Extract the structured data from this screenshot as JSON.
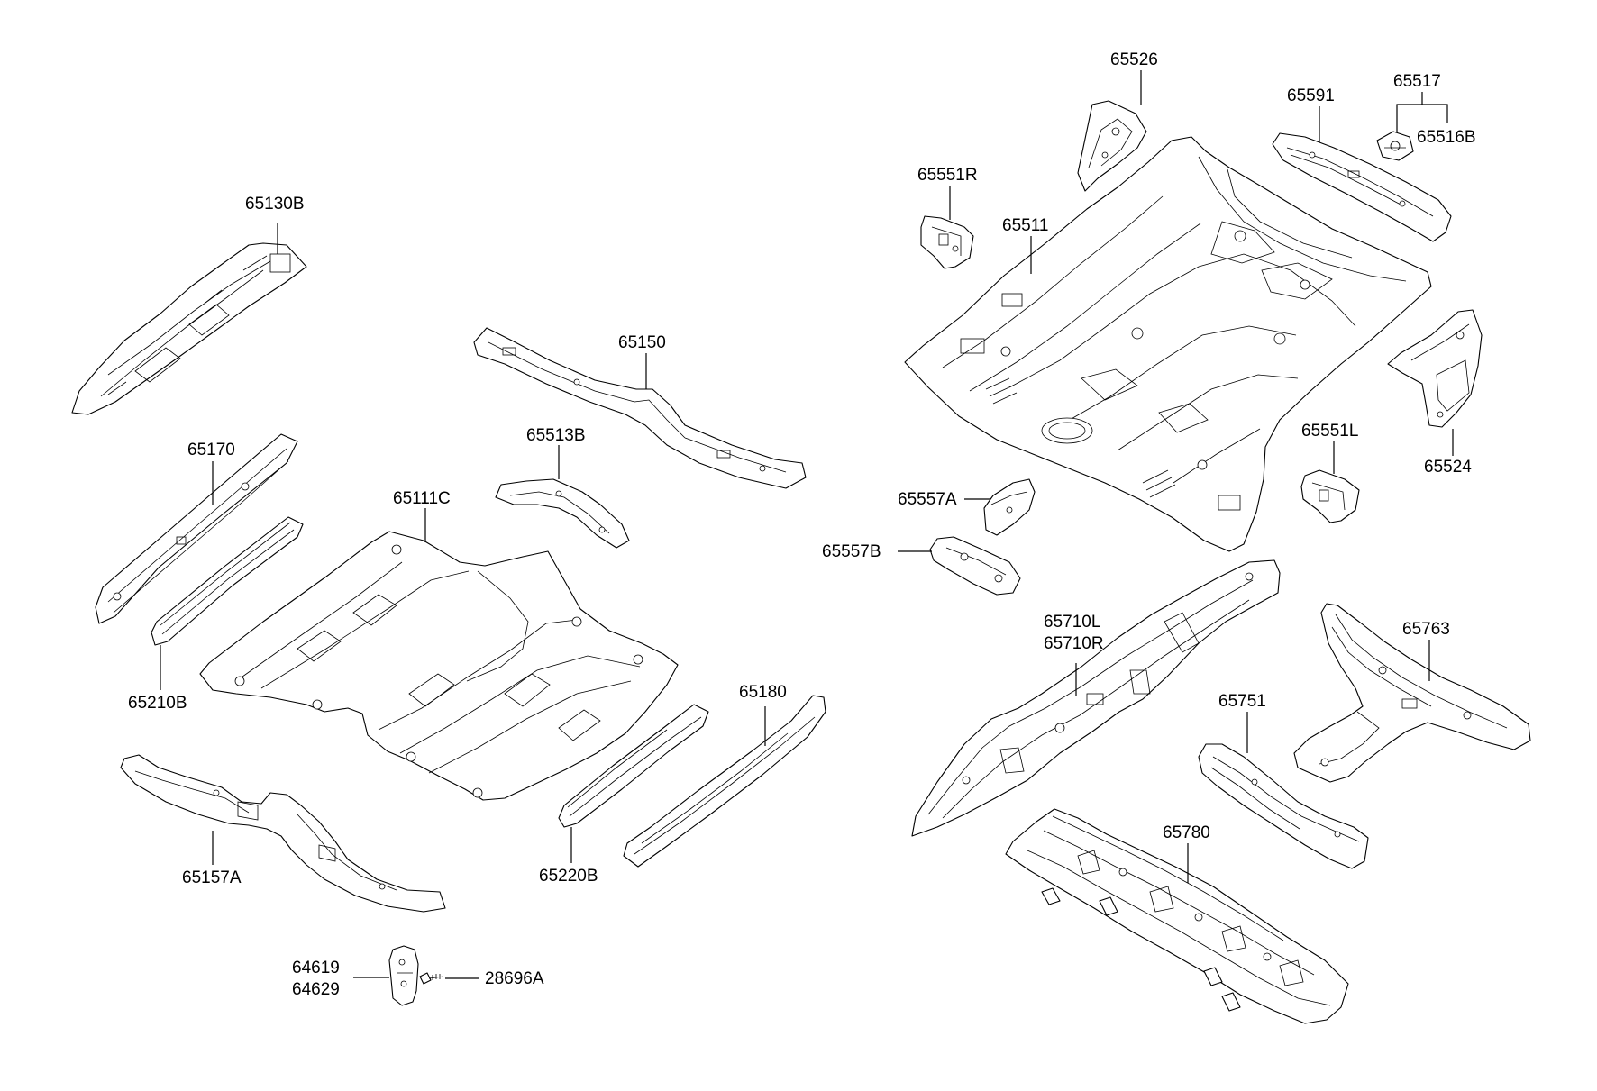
{
  "labels": {
    "p65130B": "65130B",
    "p65170": "65170",
    "p65210B": "65210B",
    "p65150": "65150",
    "p65513B": "65513B",
    "p65111C": "65111C",
    "p65180": "65180",
    "p65220B": "65220B",
    "p65157A": "65157A",
    "p64619": "64619",
    "p64629": "64629",
    "p28696A": "28696A",
    "p65526": "65526",
    "p65551R": "65551R",
    "p65511": "65511",
    "p65591": "65591",
    "p65517": "65517",
    "p65516B": "65516B",
    "p65524": "65524",
    "p65551L": "65551L",
    "p65557A": "65557A",
    "p65557B": "65557B",
    "p65710L": "65710L",
    "p65710R": "65710R",
    "p65763": "65763",
    "p65751": "65751",
    "p65780": "65780"
  }
}
